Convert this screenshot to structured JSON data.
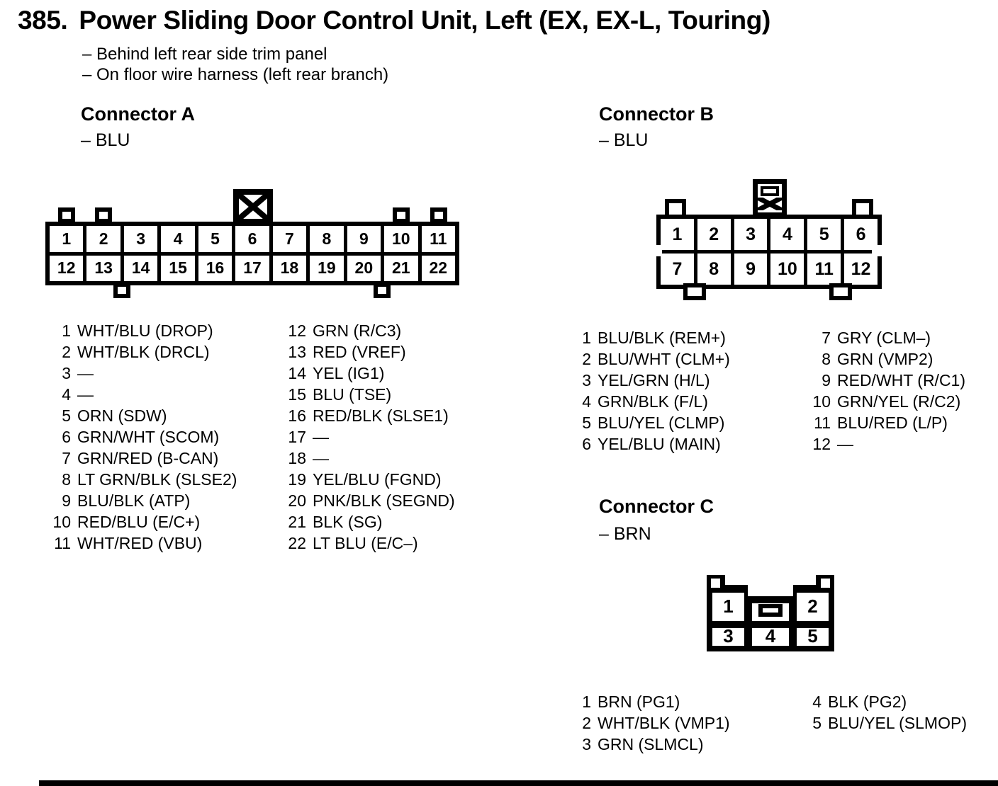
{
  "page": {
    "title_number": "385.",
    "title": "Power Sliding Door Control Unit, Left (EX, EX-L, Touring)",
    "notes": [
      "– Behind left rear side trim panel",
      "– On floor wire harness (left rear branch)"
    ],
    "ink_color": "#000000",
    "paper_color": "#ffffff"
  },
  "connector_a": {
    "heading": "Connector A",
    "color_note": "– BLU",
    "cells_row1": [
      "1",
      "2",
      "3",
      "4",
      "5",
      "6",
      "7",
      "8",
      "9",
      "10",
      "11"
    ],
    "cells_row2": [
      "12",
      "13",
      "14",
      "15",
      "16",
      "17",
      "18",
      "19",
      "20",
      "21",
      "22"
    ],
    "pins_left": [
      {
        "pin": "1",
        "label": "WHT/BLU (DROP)"
      },
      {
        "pin": "2",
        "label": "WHT/BLK (DRCL)"
      },
      {
        "pin": "3",
        "label": "—"
      },
      {
        "pin": "4",
        "label": "—"
      },
      {
        "pin": "5",
        "label": "ORN (SDW)"
      },
      {
        "pin": "6",
        "label": "GRN/WHT (SCOM)"
      },
      {
        "pin": "7",
        "label": "GRN/RED (B-CAN)"
      },
      {
        "pin": "8",
        "label": "LT GRN/BLK (SLSE2)"
      },
      {
        "pin": "9",
        "label": "BLU/BLK (ATP)"
      },
      {
        "pin": "10",
        "label": "RED/BLU (E/C+)"
      },
      {
        "pin": "11",
        "label": "WHT/RED (VBU)"
      }
    ],
    "pins_right": [
      {
        "pin": "12",
        "label": "GRN (R/C3)"
      },
      {
        "pin": "13",
        "label": "RED (VREF)"
      },
      {
        "pin": "14",
        "label": "YEL (IG1)"
      },
      {
        "pin": "15",
        "label": "BLU (TSE)"
      },
      {
        "pin": "16",
        "label": "RED/BLK (SLSE1)"
      },
      {
        "pin": "17",
        "label": "—"
      },
      {
        "pin": "18",
        "label": "—"
      },
      {
        "pin": "19",
        "label": "YEL/BLU (FGND)"
      },
      {
        "pin": "20",
        "label": "PNK/BLK (SEGND)"
      },
      {
        "pin": "21",
        "label": "BLK (SG)"
      },
      {
        "pin": "22",
        "label": "LT BLU (E/C–)"
      }
    ]
  },
  "connector_b": {
    "heading": "Connector B",
    "color_note": "– BLU",
    "cells_row1": [
      "1",
      "2",
      "3",
      "4",
      "5",
      "6"
    ],
    "cells_row2": [
      "7",
      "8",
      "9",
      "10",
      "11",
      "12"
    ],
    "pins_left": [
      {
        "pin": "1",
        "label": "BLU/BLK (REM+)"
      },
      {
        "pin": "2",
        "label": "BLU/WHT (CLM+)"
      },
      {
        "pin": "3",
        "label": "YEL/GRN (H/L)"
      },
      {
        "pin": "4",
        "label": "GRN/BLK (F/L)"
      },
      {
        "pin": "5",
        "label": "BLU/YEL (CLMP)"
      },
      {
        "pin": "6",
        "label": "YEL/BLU (MAIN)"
      }
    ],
    "pins_right": [
      {
        "pin": "7",
        "label": "GRY (CLM–)"
      },
      {
        "pin": "8",
        "label": "GRN (VMP2)"
      },
      {
        "pin": "9",
        "label": "RED/WHT (R/C1)"
      },
      {
        "pin": "10",
        "label": "GRN/YEL (R/C2)"
      },
      {
        "pin": "11",
        "label": "BLU/RED (L/P)"
      },
      {
        "pin": "12",
        "label": "—"
      }
    ]
  },
  "connector_c": {
    "heading": "Connector C",
    "color_note": "– BRN",
    "cells": [
      "1",
      "2",
      "3",
      "4",
      "5"
    ],
    "pins_left": [
      {
        "pin": "1",
        "label": "BRN (PG1)"
      },
      {
        "pin": "2",
        "label": "WHT/BLK (VMP1)"
      },
      {
        "pin": "3",
        "label": "GRN (SLMCL)"
      }
    ],
    "pins_right": [
      {
        "pin": "4",
        "label": "BLK (PG2)"
      },
      {
        "pin": "5",
        "label": "BLU/YEL (SLMOP)"
      }
    ]
  }
}
